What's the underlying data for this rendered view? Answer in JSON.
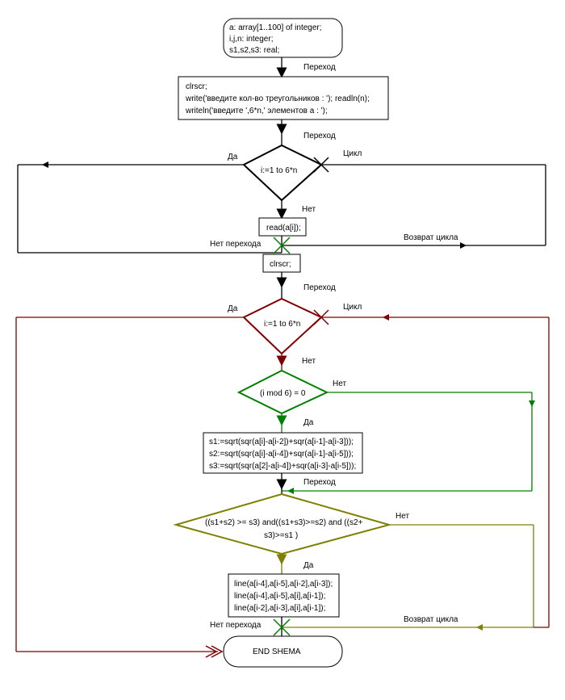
{
  "start_block": [
    "a: array[1..100] of integer;",
    "i,j,n: integer;",
    "s1,s2,s3: real;"
  ],
  "init_block": [
    "clrscr;",
    "write('введите кол-во треугольников : '); readln(n);",
    "writeln('введите ',6*n,' элементов a : ');"
  ],
  "loop1": {
    "condition": "i:=1 to 6*n",
    "body": "read(a[i]);",
    "yes": "Да",
    "cycle": "Цикл",
    "no": "Нет",
    "no_jump": "Нет перехода",
    "return": "Возврат цикла"
  },
  "clrscr2": "clrscr;",
  "loop2": {
    "condition": "i:=1 to 6*n",
    "yes": "Да",
    "cycle": "Цикл",
    "no": "Нет"
  },
  "if1": {
    "condition": "(i mod 6) = 0",
    "no": "Нет",
    "yes": "Да"
  },
  "calc_block": [
    "s1:=sqrt(sqr(a[i]-a[i-2])+sqr(a[i-1]-a[i-3]));",
    "s2:=sqrt(sqr(a[i]-a[i-4])+sqr(a[i-1]-a[i-5]));",
    "s3:=sqrt(sqr(a[2]-a[i-4])+sqr(a[i-3]-a[i-5]));"
  ],
  "if2": {
    "condition_line1": "((s1+s2) >= s3) and((s1+s3)>=s2) and ((s2+",
    "condition_line2": "s3)>=s1 )",
    "no": "Нет",
    "yes": "Да"
  },
  "line_block": [
    "line(a[i-4],a[i-5],a[i-2],a[i-3]);",
    "line(a[i-4],a[i-5],a[i],a[i-1]);",
    "line(a[i-2],a[i-3],a[i],a[i-1]);"
  ],
  "end_block": "END SHEMA",
  "labels": {
    "transition": "Переход",
    "no_jump": "Нет перехода",
    "return": "Возврат цикла"
  },
  "colors": {
    "black": "#000000",
    "loop2": "#800000",
    "if1": "#008000",
    "if2": "#808000"
  }
}
